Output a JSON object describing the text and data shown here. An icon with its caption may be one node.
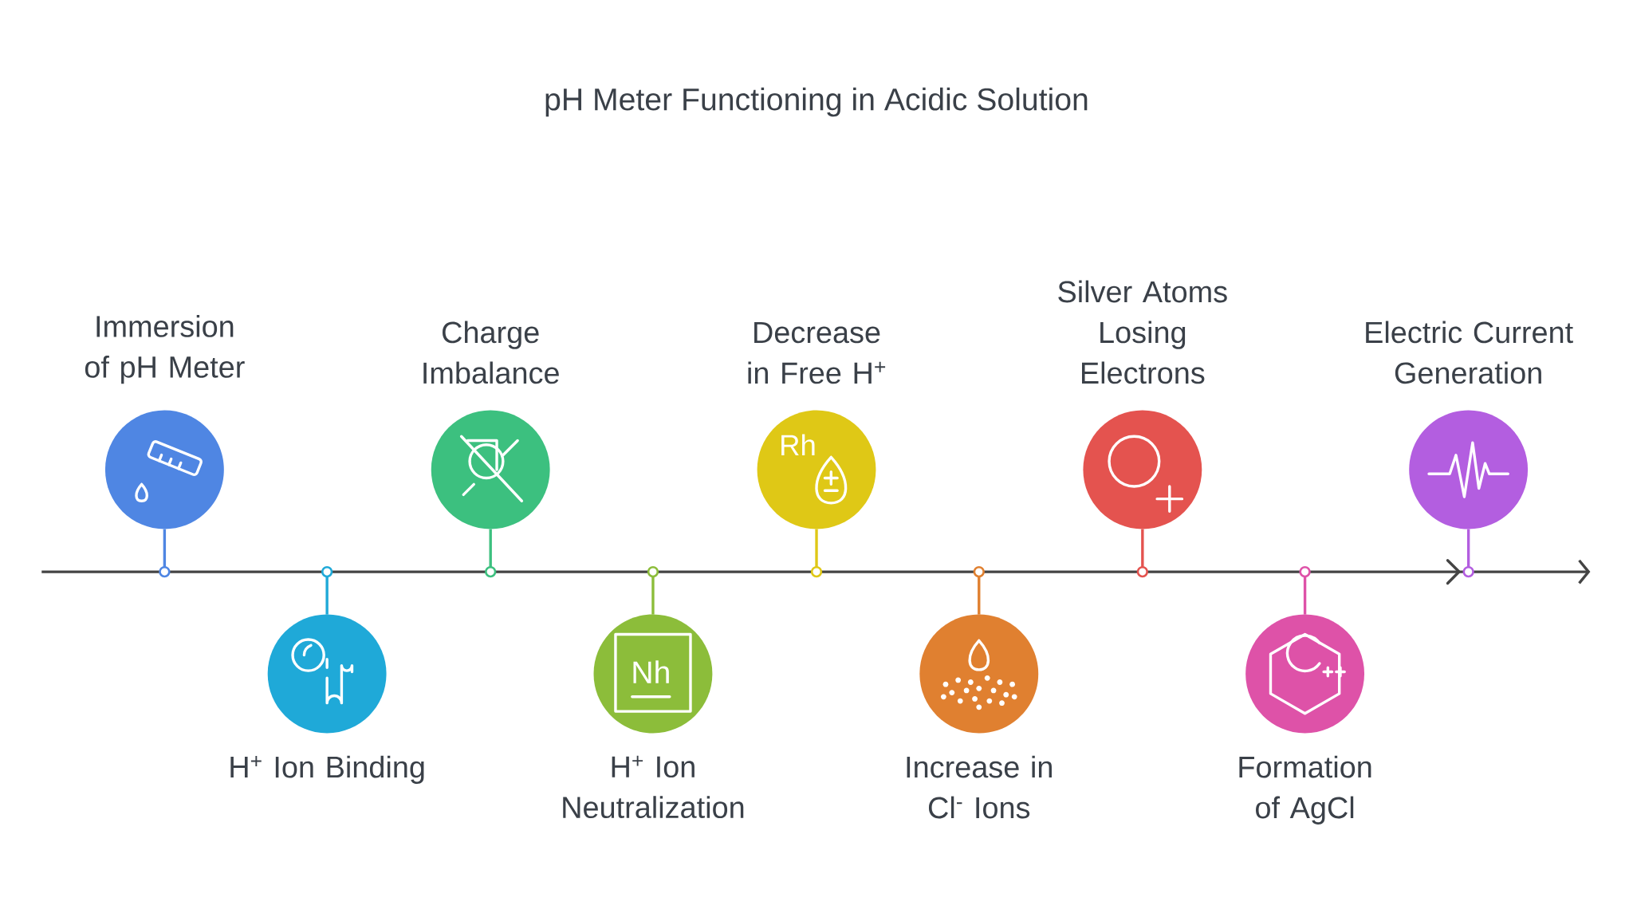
{
  "diagram": {
    "title": "pH Meter Functioning in Acidic Solution",
    "nodes": [
      {
        "text": [
          "Immersion of pH Meter"
        ]
      },
      {
        "text": [
          "H$^{+}$ Ion Binding"
        ]
      },
      {
        "text": [
          "Charge Imbalance"
        ]
      },
      {
        "text": [
          "H$^{+}$ Ion Neutralization"
        ]
      },
      {
        "text": [
          "Decrease in Free H$^{+}$"
        ]
      },
      {
        "text": [
          "Increase in Cl$^{-}$ Ions"
        ]
      },
      {
        "text": [
          "Silver Atoms Losing Electrons"
        ]
      },
      {
        "text": [
          "Formation of AgCl"
        ]
      },
      {
        "text": [
          "Electric Current Generation"
        ]
      }
    ],
    "labels": [
      "Nh",
      "Rh"
    ]
  }
}
